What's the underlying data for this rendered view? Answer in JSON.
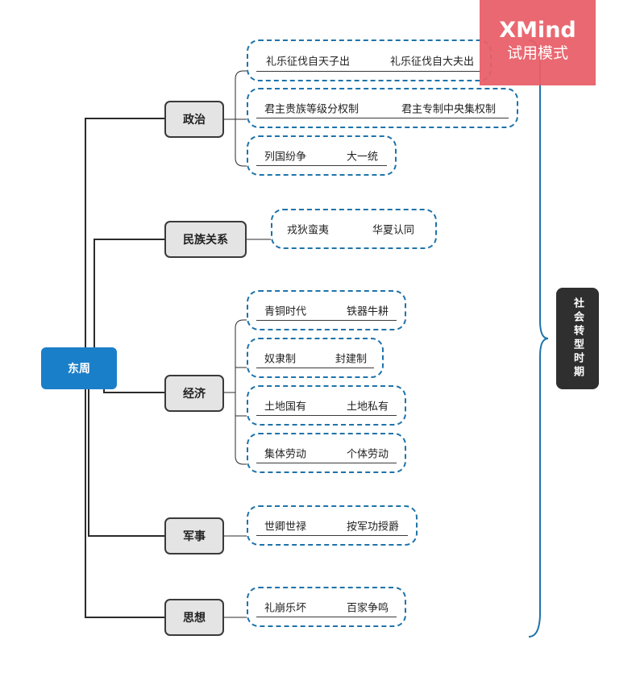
{
  "root": "东周",
  "topics": [
    {
      "label": "政治",
      "items": [
        {
          "left": "礼乐征伐自天子出",
          "right": "礼乐征伐自大夫出"
        },
        {
          "left": "君主贵族等级分权制",
          "right": "君主专制中央集权制"
        },
        {
          "left": "列国纷争",
          "right": "大一统"
        }
      ]
    },
    {
      "label": "民族关系",
      "items": [
        {
          "left": "戎狄蛮夷",
          "right": "华夏认同"
        }
      ]
    },
    {
      "label": "经济",
      "items": [
        {
          "left": "青铜时代",
          "right": "铁器牛耕"
        },
        {
          "left": "奴隶制",
          "right": "封建制"
        },
        {
          "left": "土地国有",
          "right": "土地私有"
        },
        {
          "left": "集体劳动",
          "right": "个体劳动"
        }
      ]
    },
    {
      "label": "军事",
      "items": [
        {
          "left": "世卿世禄",
          "right": "按军功授爵"
        }
      ]
    },
    {
      "label": "思想",
      "items": [
        {
          "left": "礼崩乐坏",
          "right": "百家争鸣"
        }
      ]
    }
  ],
  "summary": "社会转型时期",
  "watermark": {
    "title": "XMind",
    "subtitle": "试用模式"
  },
  "colors": {
    "root": "#1a7fc9",
    "topic_fill": "#e4e4e4",
    "dashed_border": "#1e73aa",
    "summary": "#2f2f2f",
    "watermark": "#e9606a"
  }
}
